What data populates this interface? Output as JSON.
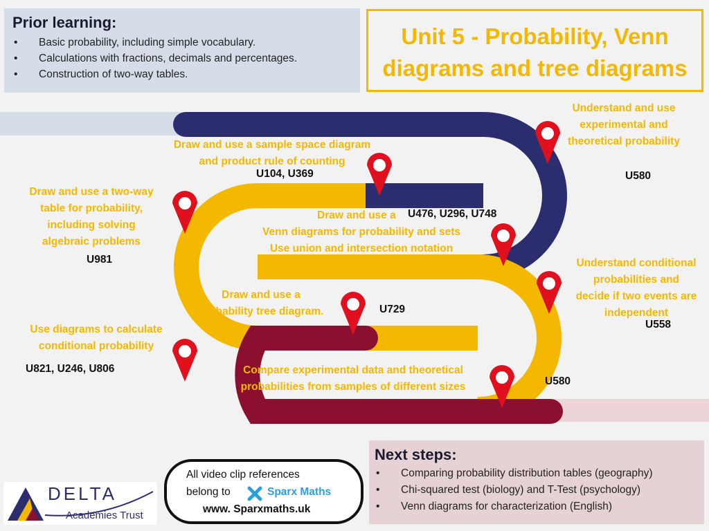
{
  "prior": {
    "heading": "Prior learning:",
    "items": [
      "Basic probability, including simple vocabulary.",
      "Calculations with fractions, decimals and percentages.",
      "Construction of two-way tables."
    ]
  },
  "title": {
    "line1": "Unit 5 - Probability, Venn",
    "line2": "diagrams and tree diagrams"
  },
  "road": {
    "experimental": {
      "l1": "Understand and use",
      "l2": "experimental and",
      "l3": "theoretical probability",
      "code": "U580"
    },
    "sample_space": {
      "l1": "Draw and use a sample space diagram",
      "l2": "and product rule of counting",
      "code": "U104, U369"
    },
    "two_way": {
      "l1": "Draw and use a two-way",
      "l2": "table for probability,",
      "l3": "including solving",
      "l4": "algebraic problems",
      "code": "U981"
    },
    "venn": {
      "l1": "Draw and use a",
      "l2": "Venn diagrams for probability and sets",
      "l3": "Use union and intersection notation",
      "code": "U476, U296, U748"
    },
    "conditional": {
      "l1": "Understand conditional",
      "l2": "probabilities and",
      "l3": "decide if two events are",
      "l4": "independent",
      "code": "U558"
    },
    "tree": {
      "l1": "Draw and use a",
      "l2": "probability tree diagram.",
      "code": "U729"
    },
    "cond_diagrams": {
      "l1": "Use diagrams to calculate",
      "l2": "conditional probability",
      "code": "U821, U246, U806"
    },
    "compare": {
      "l1": "Compare experimental data and theoretical",
      "l2": "probabilities from samples of different sizes",
      "code": "U580"
    }
  },
  "next": {
    "heading": "Next steps:",
    "items": [
      "Comparing probability distribution tables (geography)",
      "Chi-squared test (biology) and T-Test (psychology)",
      "Venn diagrams for characterization (English)"
    ]
  },
  "clip": {
    "line1": "All video clip references",
    "line2": "belong to",
    "brand": "Sparx Maths",
    "url": "www. Sparxmaths.uk"
  },
  "logo": {
    "name": "DELTA",
    "sub": "Academies Trust"
  },
  "colors": {
    "navy": "#2b2d6e",
    "yellow": "#f5b800",
    "maroon": "#8b1030",
    "pin": "#e0101e"
  }
}
